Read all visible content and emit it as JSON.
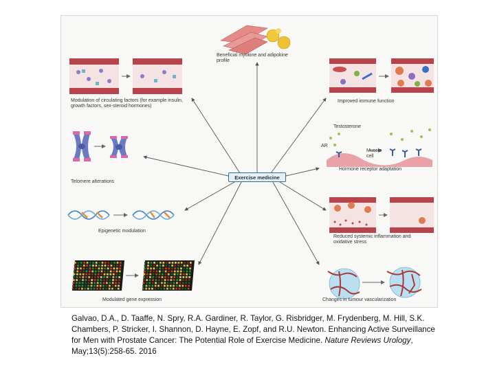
{
  "center": "Exercise medicine",
  "panels": {
    "myokine": "Beneficial myokine and adipokine profile",
    "circulating": "Modulation of circulating factors (for example insulin, growth factors, sex-steroid hormones)",
    "immune": "Improved immune function",
    "testosterone": "Testosterone",
    "ar": "AR",
    "muscle_cell": "Muscle cell",
    "hormone": "Hormone receptor adaptation",
    "telomere": "Telomere alterations",
    "epigenetic": "Epigenetic modulation",
    "inflammation": "Reduced systemic inflammation and oxidative stress",
    "gene": "Modulated gene expression",
    "vascular": "Changes in tumour vascularization"
  },
  "citation": {
    "main": "Galvao, D.A., D. Taaffe, N. Spry, R.A. Gardiner, R. Taylor, G. Risbridger, M. Frydenberg, M. Hill, S.K. Chambers, P. Stricker, I. Shannon, D. Hayne, E. Zopf, and R.U. Newton. Enhancing Active Surveillance for Men with Prostate Cancer: The Potential Role of Exercise Medicine.",
    "journal": "Nature Reviews Urology",
    "tail": ", May;13(5):258-65. 2016"
  },
  "colors": {
    "vessel": "#b8434a",
    "vessel_light": "#f3dede",
    "cell": "#e07a50",
    "spoke": "#555555",
    "chromosome": "#6a7bc4",
    "box_border": "#2e6f96"
  }
}
